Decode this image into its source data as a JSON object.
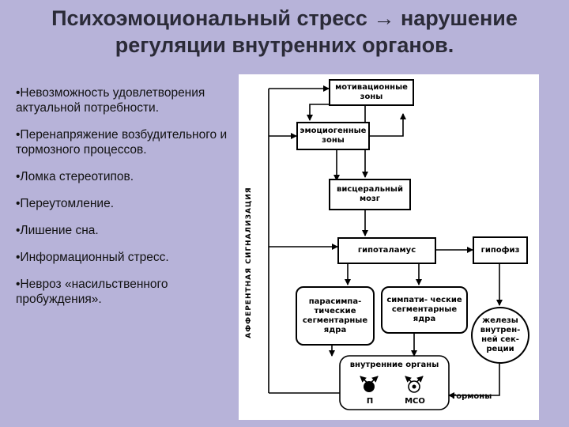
{
  "title": "Психоэмоциональный стресс → нарушение регуляции внутренних органов.",
  "bullets": [
    "•Невозможность удовлетворения актуальной потребности.",
    "•Перенапряжение возбудительного и тормозного процессов.",
    "•Ломка стереотипов.",
    "•Переутомление.",
    "•Лишение сна.",
    "•Информационный стресс.",
    "•Невроз «насильственного пробуждения»."
  ],
  "diagram": {
    "side_label": "АФФЕРЕНТНАЯ СИГНАЛИЗАЦИЯ",
    "boxes": {
      "motivation": "мотивационные зоны",
      "emotion": "эмоциогенные зоны",
      "visceral": "висцеральный мозг",
      "hypothalamus": "гипоталамус",
      "pituitary": "гипофиз",
      "parasympathetic": "парасимпа- тические сегментарные ядра",
      "sympathetic": "симпати- ческие сегментарные ядра",
      "glands": "железы внутрен- ней сек- реции",
      "organs": "внутренние органы"
    },
    "organs_p": "П",
    "organs_mso": "МСО",
    "hormones": "гормоны"
  }
}
